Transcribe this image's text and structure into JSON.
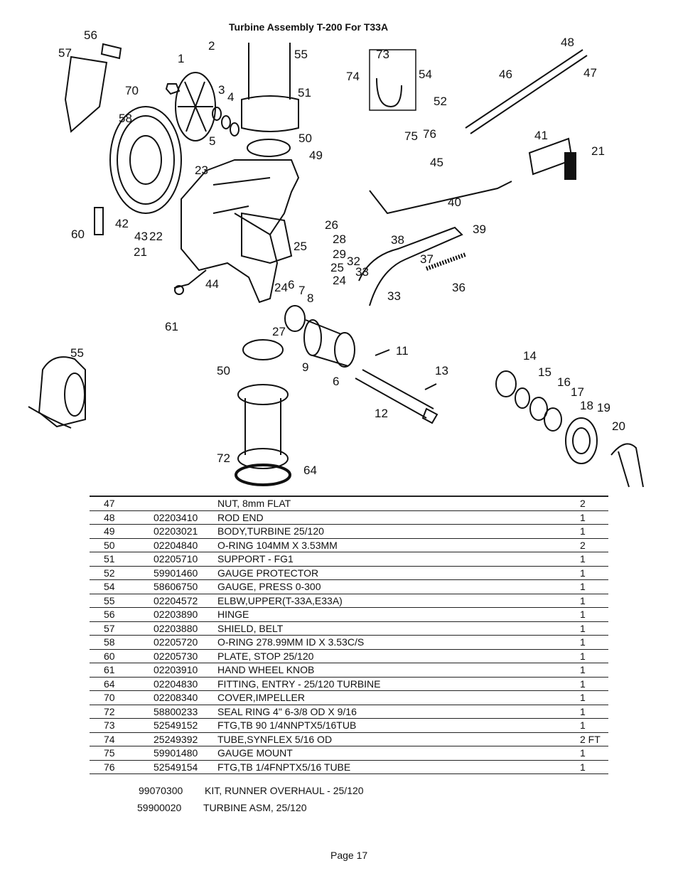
{
  "title": "Turbine Assembly T-200 For T33A",
  "callouts": [
    "56",
    "57",
    "1",
    "2",
    "55",
    "73",
    "48",
    "74",
    "54",
    "47",
    "46",
    "3",
    "4",
    "70",
    "58",
    "51",
    "52",
    "5",
    "50",
    "75",
    "76",
    "41",
    "21",
    "49",
    "45",
    "23",
    "40",
    "42",
    "60",
    "43",
    "22",
    "26",
    "28",
    "38",
    "39",
    "25",
    "29",
    "21",
    "32",
    "37",
    "25",
    "33",
    "44",
    "24",
    "6",
    "7",
    "24",
    "8",
    "36",
    "33",
    "61",
    "27",
    "11",
    "55",
    "9",
    "50",
    "6",
    "13",
    "14",
    "15",
    "12",
    "16",
    "17",
    "18",
    "19",
    "72",
    "64",
    "20"
  ],
  "parts": [
    {
      "no": "47",
      "pn": "",
      "desc": "NUT, 8mm FLAT",
      "qty": "2"
    },
    {
      "no": "48",
      "pn": "02203410",
      "desc": "ROD END",
      "qty": "1"
    },
    {
      "no": "49",
      "pn": "02203021",
      "desc": "BODY,TURBINE 25/120",
      "qty": "1"
    },
    {
      "no": "50",
      "pn": "02204840",
      "desc": "O-RING 104MM X 3.53MM",
      "qty": "2"
    },
    {
      "no": "51",
      "pn": "02205710",
      "desc": "SUPPORT - FG1",
      "qty": "1"
    },
    {
      "no": "52",
      "pn": "59901460",
      "desc": "GAUGE PROTECTOR",
      "qty": "1"
    },
    {
      "no": "54",
      "pn": "58606750",
      "desc": "GAUGE, PRESS 0-300",
      "qty": "1"
    },
    {
      "no": "55",
      "pn": "02204572",
      "desc": "ELBW,UPPER(T-33A,E33A)",
      "qty": "1"
    },
    {
      "no": "56",
      "pn": "02203890",
      "desc": "HINGE",
      "qty": "1"
    },
    {
      "no": "57",
      "pn": "02203880",
      "desc": "SHIELD, BELT",
      "qty": "1"
    },
    {
      "no": "58",
      "pn": "02205720",
      "desc": "O-RING 278.99MM ID X 3.53C/S",
      "qty": "1"
    },
    {
      "no": "60",
      "pn": "02205730",
      "desc": "PLATE, STOP 25/120",
      "qty": "1"
    },
    {
      "no": "61",
      "pn": "02203910",
      "desc": "HAND WHEEL KNOB",
      "qty": "1"
    },
    {
      "no": "64",
      "pn": "02204830",
      "desc": "FITTING, ENTRY - 25/120 TURBINE",
      "qty": "1"
    },
    {
      "no": "70",
      "pn": "02208340",
      "desc": "COVER,IMPELLER",
      "qty": "1"
    },
    {
      "no": "72",
      "pn": "58800233",
      "desc": "SEAL RING 4\"  6-3/8 OD X 9/16",
      "qty": "1"
    },
    {
      "no": "73",
      "pn": "52549152",
      "desc": "FTG,TB 90 1/4NNPTX5/16TUB",
      "qty": "1"
    },
    {
      "no": "74",
      "pn": "25249392",
      "desc": "TUBE,SYNFLEX 5/16 OD",
      "qty": "2 FT"
    },
    {
      "no": "75",
      "pn": "59901480",
      "desc": "GAUGE MOUNT",
      "qty": "1"
    },
    {
      "no": "76",
      "pn": "52549154",
      "desc": "FTG,TB 1/4FNPTX5/16 TUBE",
      "qty": "1"
    }
  ],
  "kits": [
    {
      "pn": "99070300",
      "desc": "KIT, RUNNER OVERHAUL - 25/120"
    },
    {
      "pn": "59900020",
      "desc": "TURBINE ASM, 25/120"
    }
  ],
  "footer": {
    "page": "Page 17"
  }
}
